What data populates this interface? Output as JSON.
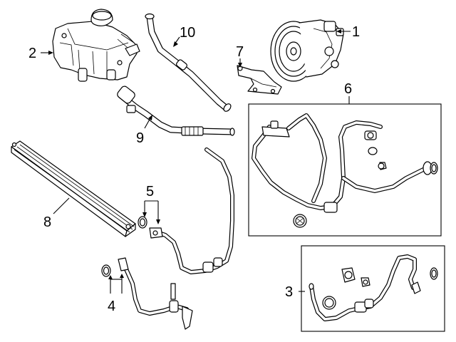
{
  "diagram": {
    "callouts": [
      {
        "id": "1",
        "text": "1"
      },
      {
        "id": "2",
        "text": "2"
      },
      {
        "id": "3",
        "text": "3"
      },
      {
        "id": "4",
        "text": "4"
      },
      {
        "id": "5",
        "text": "5"
      },
      {
        "id": "6",
        "text": "6"
      },
      {
        "id": "7",
        "text": "7"
      },
      {
        "id": "8",
        "text": "8"
      },
      {
        "id": "9",
        "text": "9"
      },
      {
        "id": "10",
        "text": "10"
      }
    ],
    "parts": [
      {
        "callout": "1",
        "icon": "power-steering-pump-icon"
      },
      {
        "callout": "2",
        "icon": "fluid-reservoir-icon"
      },
      {
        "callout": "3",
        "icon": "return-line-kit-icon"
      },
      {
        "callout": "4",
        "icon": "cooler-line-fitting-icon"
      },
      {
        "callout": "5",
        "icon": "cooler-line-fitting-icon"
      },
      {
        "callout": "6",
        "icon": "pressure-hose-kit-icon"
      },
      {
        "callout": "7",
        "icon": "mounting-bracket-icon"
      },
      {
        "callout": "8",
        "icon": "oil-cooler-icon"
      },
      {
        "callout": "9",
        "icon": "suction-hose-icon"
      },
      {
        "callout": "10",
        "icon": "return-hose-icon"
      }
    ],
    "line_color": "#000000",
    "background": "#ffffff"
  }
}
